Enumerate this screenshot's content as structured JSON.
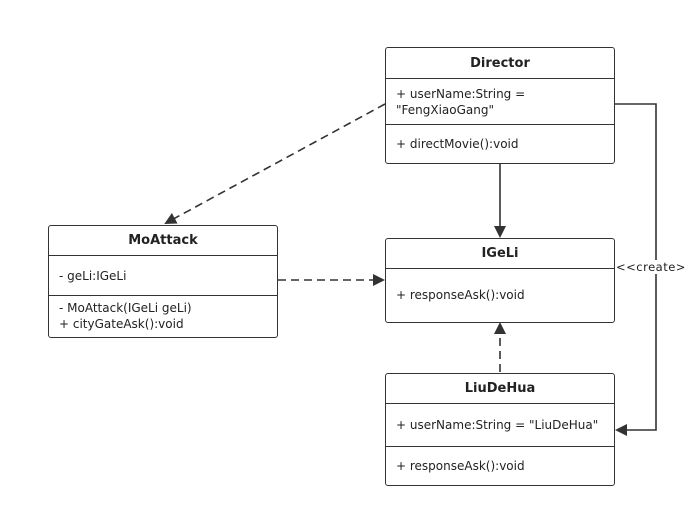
{
  "classes": {
    "director": {
      "name": "Director",
      "attributes": [
        "+ userName:String =",
        "\"FengXiaoGang\""
      ],
      "methods": [
        "+ directMovie():void"
      ]
    },
    "moattack": {
      "name": "MoAttack",
      "attributes": [
        "- geLi:IGeLi"
      ],
      "methods": [
        "- MoAttack(IGeLi geLi)",
        "+ cityGateAsk():void"
      ]
    },
    "igeli": {
      "name": "IGeLi",
      "attributes": [],
      "methods": [
        "+ responseAsk():void"
      ]
    },
    "liudehua": {
      "name": "LiuDeHua",
      "attributes": [
        "+ userName:String = \"LiuDeHua\""
      ],
      "methods": [
        "+ responseAsk():void"
      ]
    }
  },
  "relations": {
    "create_label": "<<create>"
  }
}
